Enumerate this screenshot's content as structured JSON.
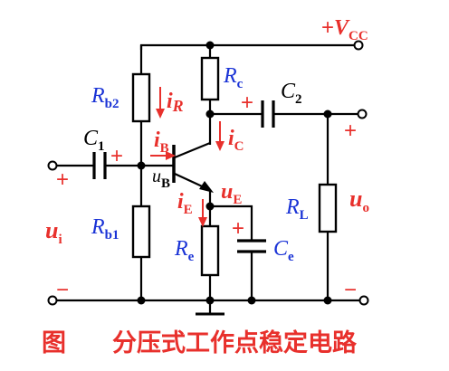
{
  "labels": {
    "vcc_plus": "+",
    "vcc_v": "V",
    "vcc_sub": "CC",
    "rb2": "R",
    "rb2_sub": "b2",
    "ir": "i",
    "ir_sub": "R",
    "rc": "R",
    "rc_sub": "c",
    "c2": "C",
    "c2_sub": "2",
    "c2_plus": "+",
    "c1": "C",
    "c1_sub": "1",
    "c1_plus": "+",
    "ib": "i",
    "ib_sub": "B",
    "ic": "i",
    "ic_sub": "C",
    "ub": "u",
    "ub_sub": "B",
    "ie": "i",
    "ie_sub": "E",
    "ue": "u",
    "ue_sub": "E",
    "rb1": "R",
    "rb1_sub": "b1",
    "re": "R",
    "re_sub": "e",
    "ce": "C",
    "ce_sub": "e",
    "ce_plus": "+",
    "rl": "R",
    "rl_sub": "L",
    "uo": "u",
    "uo_sub": "o",
    "ui": "u",
    "ui_sub": "i",
    "in_plus": "+",
    "in_minus": "−",
    "out_plus": "+",
    "out_minus": "−"
  },
  "caption": {
    "prefix": "图",
    "title": "分压式工作点稳定电路"
  },
  "colors": {
    "blue": "#1a33d6",
    "red": "#e8302c",
    "black": "#000000"
  }
}
